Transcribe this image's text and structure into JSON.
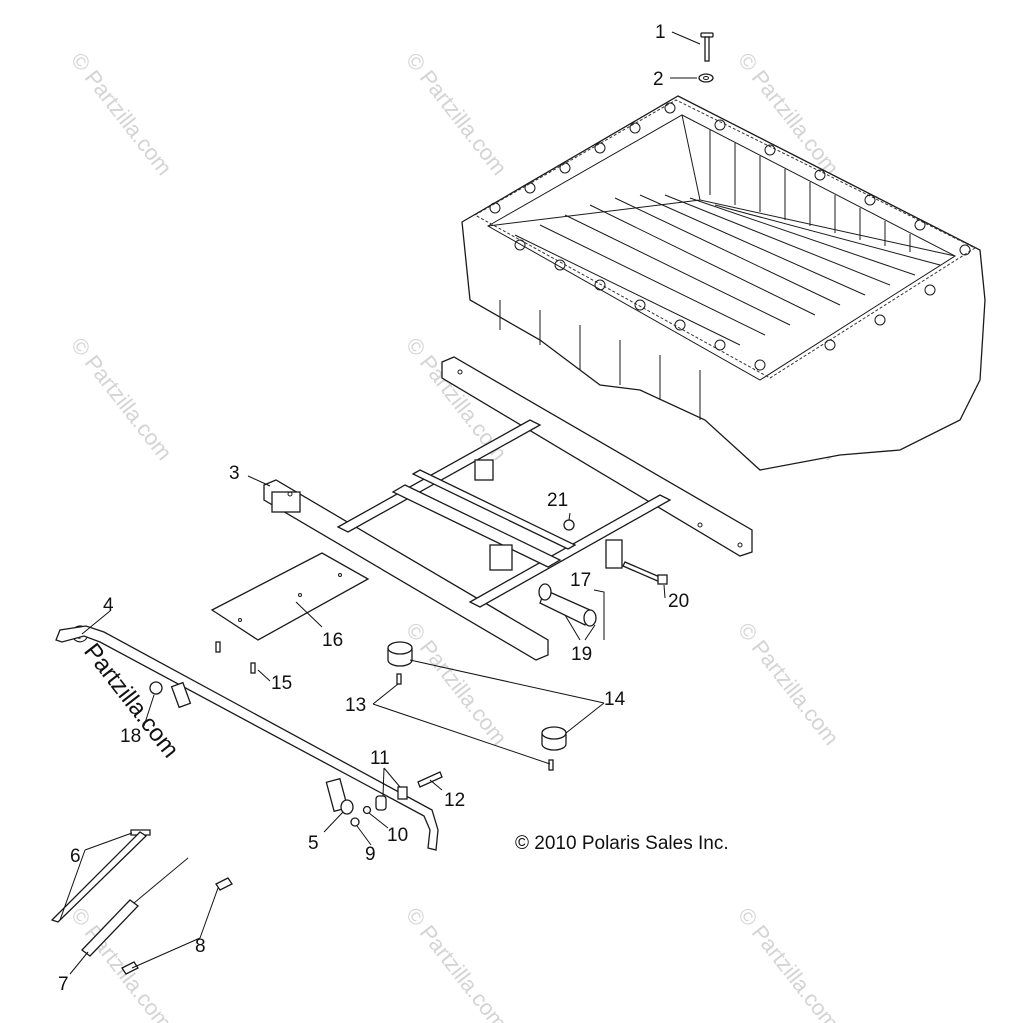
{
  "copyright": "© 2010 Polaris Sales Inc.",
  "watermark": {
    "text": "© Partzilla.com"
  },
  "callouts": [
    "1",
    "2",
    "3",
    "4",
    "5",
    "6",
    "7",
    "8",
    "9",
    "10",
    "11",
    "12",
    "13",
    "14",
    "15",
    "16",
    "17",
    "18",
    "19",
    "20",
    "21"
  ]
}
